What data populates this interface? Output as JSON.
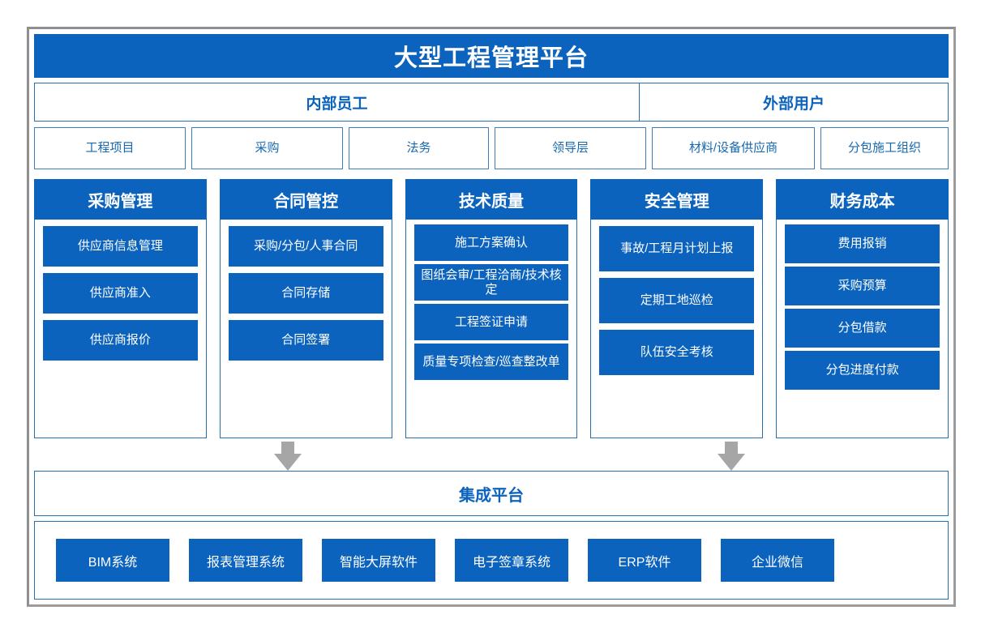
{
  "platform": {
    "title": "大型工程管理平台",
    "accent_color": "#0b63be",
    "border_color": "#2a6fad",
    "arrow_color": "#a6a6a6"
  },
  "audience": {
    "internal_label": "内部员工",
    "external_label": "外部用户"
  },
  "roles": {
    "internal": [
      {
        "label": "工程项目"
      },
      {
        "label": "采购"
      },
      {
        "label": "法务"
      },
      {
        "label": "领导层"
      }
    ],
    "external": [
      {
        "label": "材料/设备供应商"
      },
      {
        "label": "分包施工组织"
      }
    ]
  },
  "modules": [
    {
      "title": "采购管理",
      "items": [
        {
          "label": "供应商信息管理"
        },
        {
          "label": "供应商准入"
        },
        {
          "label": "供应商报价"
        }
      ]
    },
    {
      "title": "合同管控",
      "items": [
        {
          "label": "采购/分包/人事合同"
        },
        {
          "label": "合同存储"
        },
        {
          "label": "合同签署"
        }
      ]
    },
    {
      "title": "技术质量",
      "items": [
        {
          "label": "施工方案确认"
        },
        {
          "label": "图纸会审/工程洽商/技术核定"
        },
        {
          "label": "工程签证申请"
        },
        {
          "label": "质量专项检查/巡查整改单"
        }
      ]
    },
    {
      "title": "安全管理",
      "items": [
        {
          "label": "事故/工程月计划上报"
        },
        {
          "label": "定期工地巡检"
        },
        {
          "label": "队伍安全考核"
        }
      ]
    },
    {
      "title": "财务成本",
      "items": [
        {
          "label": "费用报销"
        },
        {
          "label": "采购预算"
        },
        {
          "label": "分包借款"
        },
        {
          "label": "分包进度付款"
        }
      ]
    }
  ],
  "integration": {
    "title": "集成平台",
    "systems": [
      {
        "label": "BIM系统"
      },
      {
        "label": "报表管理系统"
      },
      {
        "label": "智能大屏软件"
      },
      {
        "label": "电子签章系统"
      },
      {
        "label": "ERP软件"
      },
      {
        "label": "企业微信"
      }
    ]
  }
}
